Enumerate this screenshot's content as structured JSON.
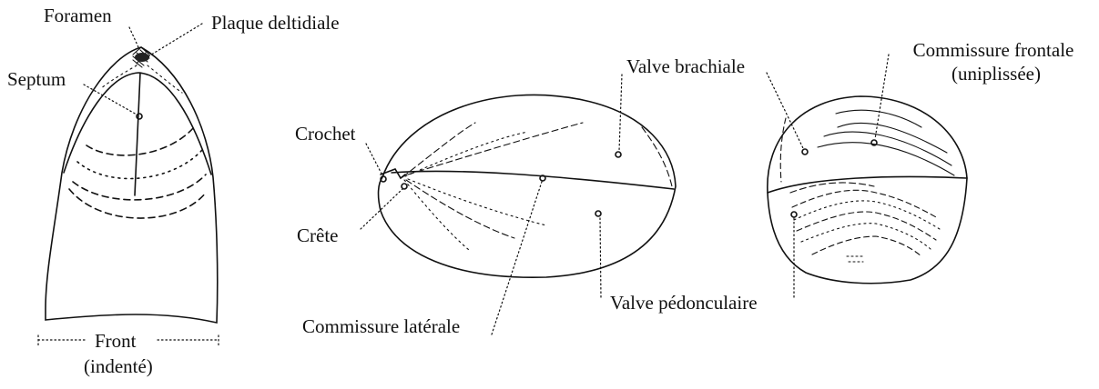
{
  "labels": {
    "foramen": "Foramen",
    "plaque_deltidiale": "Plaque deltidiale",
    "septum": "Septum",
    "front": "Front",
    "indente": "(indenté)",
    "crochet": "Crochet",
    "crete": "Crête",
    "commissure_laterale": "Commissure latérale",
    "valve_brachiale": "Valve brachiale",
    "valve_pedonculaire": "Valve pédonculaire",
    "commissure_frontale": "Commissure frontale",
    "uniplissee": "(uniplissée)"
  },
  "colors": {
    "ink": "#111111",
    "background": "#ffffff"
  }
}
